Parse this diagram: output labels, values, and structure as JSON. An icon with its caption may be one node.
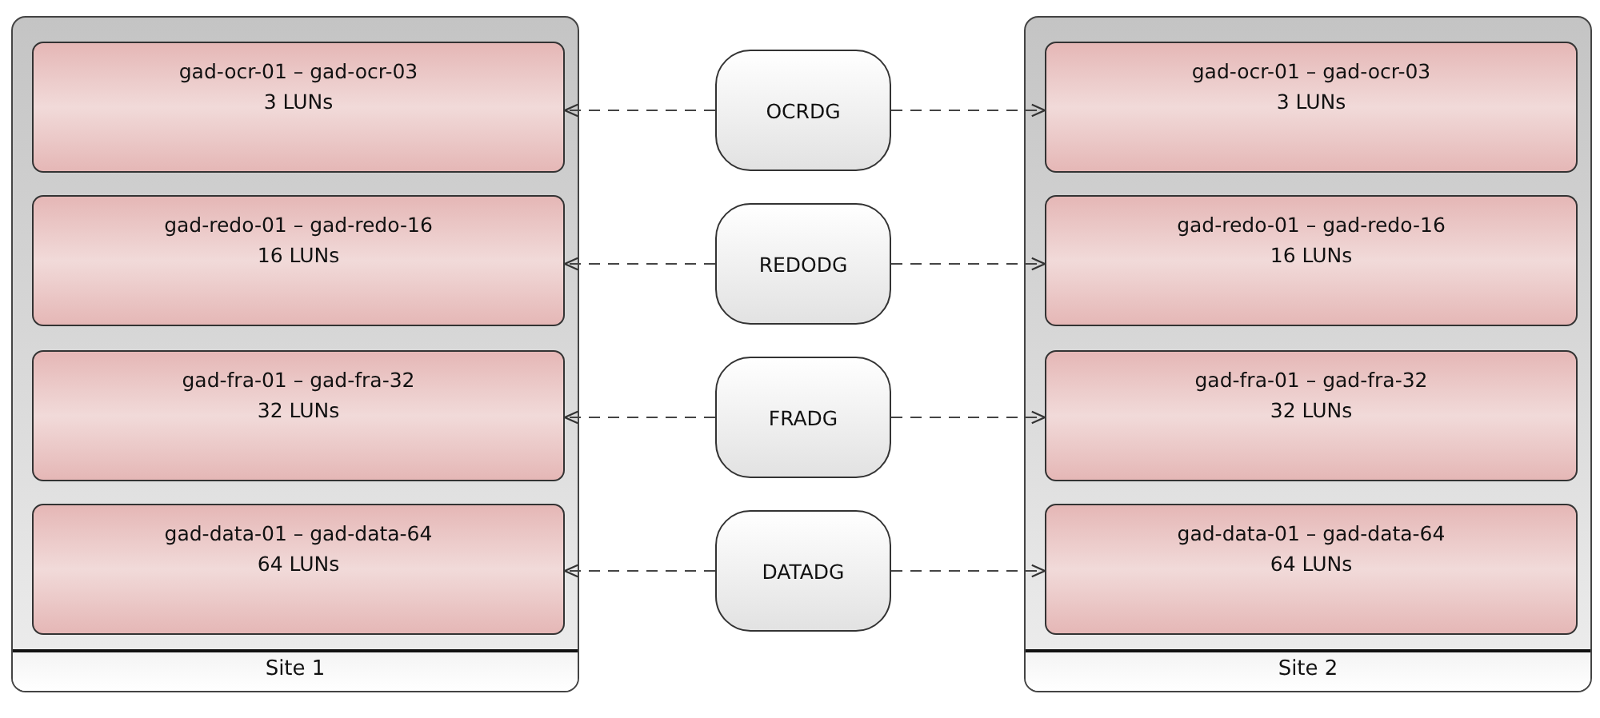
{
  "diagram": {
    "nodes": [
      {
        "text": [
          "Site 1"
        ]
      },
      {
        "text": [
          "gad-ocr-01 – gad-ocr-03",
          "3 LUNs"
        ],
        "in": 0
      },
      {
        "text": [
          "gad-redo-01 – gad-redo-16",
          "16 LUNs"
        ],
        "in": 0
      },
      {
        "text": [
          "gad-fra-01 – gad-fra-32",
          "32 LUNs"
        ],
        "in": 0
      },
      {
        "text": [
          "gad-data-01 – gad-data-64",
          "64 LUNs"
        ],
        "in": 0
      },
      {
        "text": [
          "OCRDG"
        ]
      },
      {
        "text": [
          "REDODG"
        ]
      },
      {
        "text": [
          "FRADG"
        ]
      },
      {
        "text": [
          "DATADG"
        ]
      },
      {
        "text": [
          "Site 2"
        ]
      },
      {
        "text": [
          "gad-ocr-01 – gad-ocr-03",
          "3 LUNs"
        ],
        "in": 9
      },
      {
        "text": [
          "gad-redo-01 – gad-redo-16",
          "16 LUNs"
        ],
        "in": 9
      },
      {
        "text": [
          "gad-fra-01 – gad-fra-32",
          "32 LUNs"
        ],
        "in": 9
      },
      {
        "text": [
          "gad-data-01 – gad-data-64",
          "64 LUNs"
        ],
        "in": 9
      }
    ],
    "edges": [
      {
        "from": 5,
        "to": 1,
        "arrow": "to",
        "style": "dashed"
      },
      {
        "from": 5,
        "to": 10,
        "arrow": "to",
        "style": "dashed"
      },
      {
        "from": 6,
        "to": 2,
        "arrow": "to",
        "style": "dashed"
      },
      {
        "from": 6,
        "to": 11,
        "arrow": "to",
        "style": "dashed"
      },
      {
        "from": 7,
        "to": 3,
        "arrow": "to",
        "style": "dashed"
      },
      {
        "from": 7,
        "to": 12,
        "arrow": "to",
        "style": "dashed"
      },
      {
        "from": 8,
        "to": 4,
        "arrow": "to",
        "style": "dashed"
      },
      {
        "from": 8,
        "to": 13,
        "arrow": "to",
        "style": "dashed"
      }
    ]
  }
}
